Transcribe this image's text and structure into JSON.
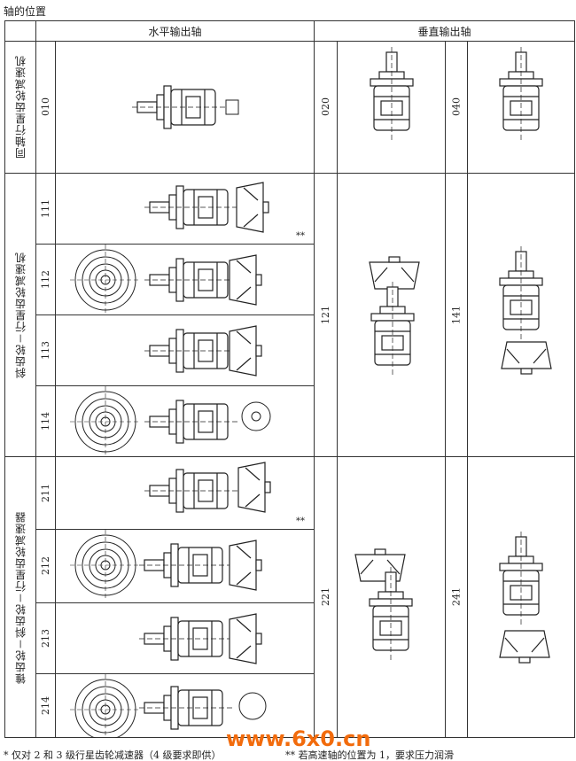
{
  "title": "轴的位置",
  "header": {
    "horizontal": "水平输出轴",
    "vertical": "垂直输出轴"
  },
  "groups": [
    {
      "label": "同轴行星齿轮减速机",
      "codes": [
        "010"
      ],
      "vertical_codes": [
        "020",
        "040"
      ]
    },
    {
      "label": "斜齿轮－行星齿轮减速机",
      "codes": [
        "111",
        "112",
        "113",
        "114"
      ],
      "vertical_codes": [
        "121",
        "141"
      ]
    },
    {
      "label": "锥齿轮－斜齿轮－行星齿轮减速器",
      "codes": [
        "211",
        "212",
        "213",
        "214"
      ],
      "vertical_codes": [
        "221",
        "241"
      ]
    }
  ],
  "marks": {
    "double_star": "**"
  },
  "footnotes": [
    "* 仅对 2 和 3 级行星齿轮减速器（4 级要求即供）",
    "** 若高速轴的位置为 1，要求压力润滑"
  ],
  "watermark": "www.6x0.cn"
}
